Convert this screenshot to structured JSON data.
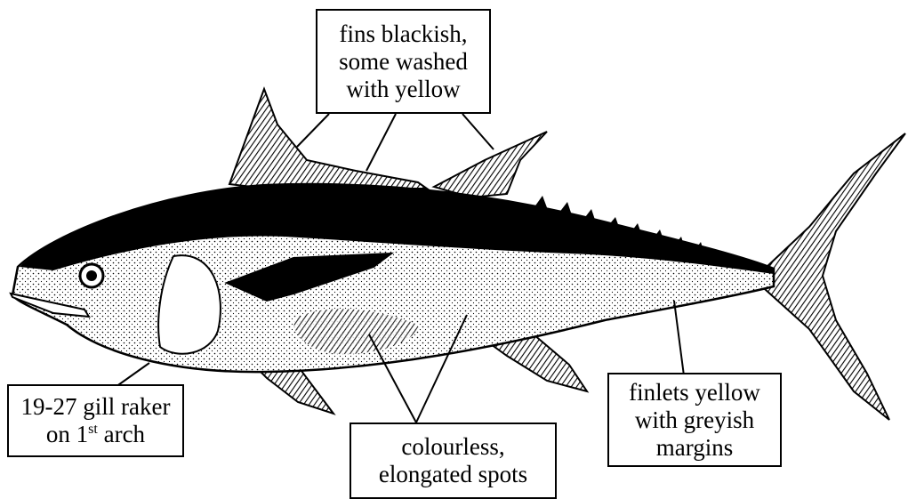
{
  "labels": {
    "fins": {
      "line1": "fins blackish,",
      "line2": "some washed",
      "line3": "with yellow"
    },
    "gill": {
      "line1": "19-27 gill raker",
      "line2_pre": "on 1",
      "line2_sup": "st",
      "line2_post": " arch"
    },
    "spots": {
      "line1": "colourless,",
      "line2": "elongated spots"
    },
    "finlets": {
      "line1": "finlets yellow",
      "line2": "with greyish",
      "line3": "margins"
    }
  },
  "colors": {
    "ink": "#000000",
    "paper": "#ffffff",
    "shade": "#bdbdbd"
  }
}
